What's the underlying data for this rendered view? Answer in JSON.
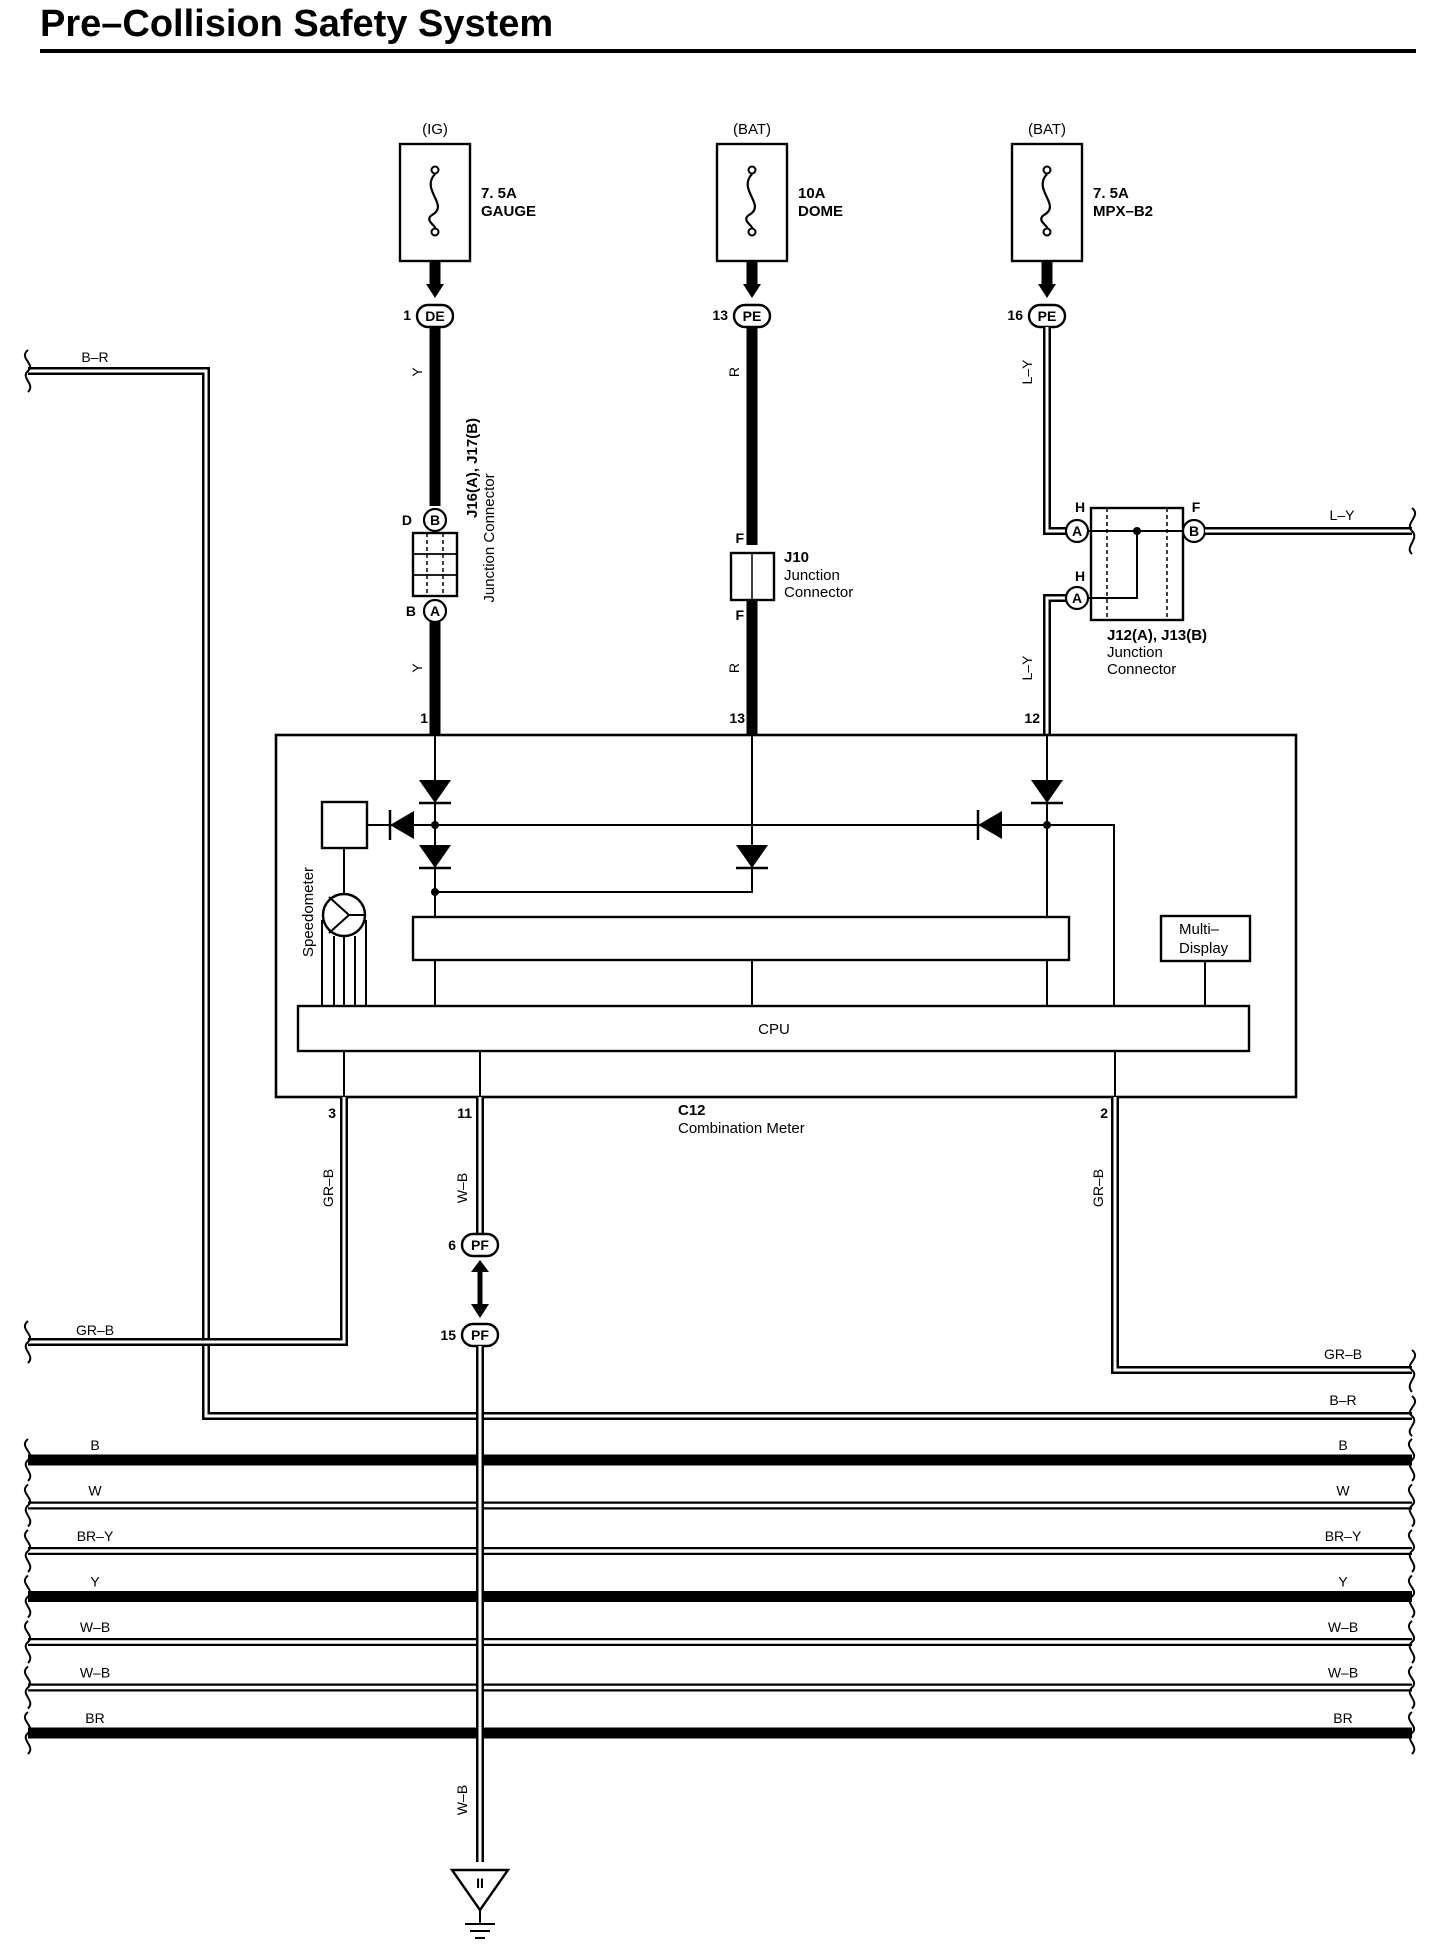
{
  "title": "Pre–Collision Safety System",
  "fuses": [
    {
      "source": "(IG)",
      "amp": "7. 5A",
      "name": "GAUGE"
    },
    {
      "source": "(BAT)",
      "amp": "10A",
      "name": "DOME"
    },
    {
      "source": "(BAT)",
      "amp": "7. 5A",
      "name": "MPX–B2"
    }
  ],
  "connectors_top": [
    {
      "pin": "1",
      "code": "DE"
    },
    {
      "pin": "13",
      "code": "PE"
    },
    {
      "pin": "16",
      "code": "PE"
    }
  ],
  "wire_colors": {
    "y_upper": "Y",
    "y_lower": "Y",
    "r_upper": "R",
    "r_lower": "R",
    "ly_upper": "L–Y",
    "ly_lower": "L–Y",
    "ly_right": "L–Y",
    "grb_left": "GR–B",
    "grb_right": "GR–B",
    "wb_upper": "W–B",
    "wb_lower": "W–B",
    "br_top_left": "B–R",
    "grb_mid_left": "GR–B",
    "grb_bus_right": "GR–B",
    "br_bus_right": "B–R"
  },
  "junction_j16": {
    "label": "J16(A), J17(B)",
    "desc": "Junction Connector",
    "top_letter": "D",
    "top_code": "B",
    "bottom_letter": "B",
    "bottom_code": "A"
  },
  "junction_j10": {
    "label": "J10",
    "desc_line1": "Junction",
    "desc_line2": "Connector",
    "top_letter": "F",
    "bottom_letter": "F"
  },
  "junction_j12": {
    "label": "J12(A), J13(B)",
    "desc_line1": "Junction",
    "desc_line2": "Connector",
    "h1_letter": "H",
    "h1_code": "A",
    "h2_letter": "H",
    "h2_code": "A",
    "f_letter": "F",
    "f_code": "B"
  },
  "meter": {
    "pins_top": [
      "1",
      "13",
      "12"
    ],
    "pins_bottom": [
      "3",
      "11",
      "2"
    ],
    "id": "C12",
    "name": "Combination Meter",
    "cpu": "CPU",
    "multi_display_1": "Multi–",
    "multi_display_2": "Display",
    "speedometer": "Speedometer"
  },
  "connectors_bottom": [
    {
      "pin": "6",
      "code": "PF"
    },
    {
      "pin": "15",
      "code": "PF"
    }
  ],
  "ground": "II",
  "bus_wires": [
    {
      "left": "B",
      "right": "B",
      "style": "heavy"
    },
    {
      "left": "W",
      "right": "W",
      "style": "double"
    },
    {
      "left": "BR–Y",
      "right": "BR–Y",
      "style": "double"
    },
    {
      "left": "Y",
      "right": "Y",
      "style": "heavy"
    },
    {
      "left": "W–B",
      "right": "W–B",
      "style": "double"
    },
    {
      "left": "W–B",
      "right": "W–B",
      "style": "double"
    },
    {
      "left": "BR",
      "right": "BR",
      "style": "heavy"
    }
  ]
}
